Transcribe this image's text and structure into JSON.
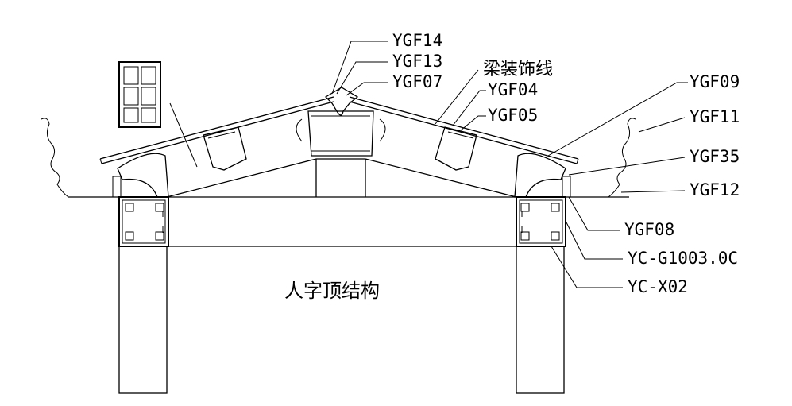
{
  "title": "人字顶结构",
  "labels": {
    "ygf14": "YGF14",
    "ygf13": "YGF13",
    "ygf07": "YGF07",
    "beam_trim": "梁装饰线",
    "ygf04": "YGF04",
    "ygf05": "YGF05",
    "ygf09": "YGF09",
    "ygf11": "YGF11",
    "ygf35": "YGF35",
    "ygf12": "YGF12",
    "ygf08": "YGF08",
    "yc_g1003": "YC-G1003.0C",
    "yc_x02": "YC-X02"
  }
}
